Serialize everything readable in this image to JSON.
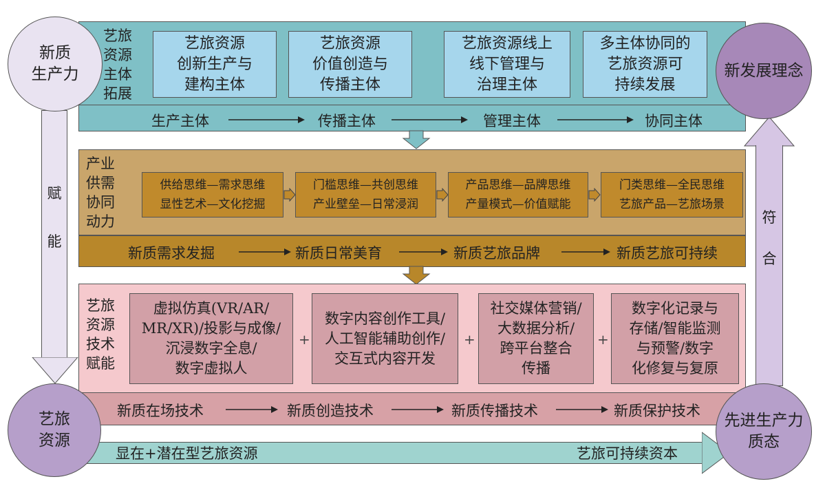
{
  "circles": {
    "top_left": "新质\n生产力",
    "top_right": "新发展理念",
    "bottom_left": "艺旅\n资源",
    "bottom_right": "先进生产力\n质态"
  },
  "left_arrow_label": [
    "赋",
    "能"
  ],
  "right_arrow_label": [
    "符",
    "合"
  ],
  "section1": {
    "label": "艺旅\n资源\n主体\n拓展",
    "boxes": [
      "艺旅资源\n创新生产与\n建构主体",
      "艺旅资源\n价值创造与\n传播主体",
      "艺旅资源线上\n线下管理与\n治理主体",
      "多主体协同的\n艺旅资源可\n持续发展"
    ],
    "flow": [
      "生产主体",
      "传播主体",
      "管理主体",
      "协同主体"
    ]
  },
  "section2": {
    "label": "产业\n供需\n协同\n动力",
    "boxes": [
      "供给思维—需求思维\n显性艺术—文化挖掘",
      "门槛思维—共创思维\n产业壁垒—日常浸润",
      "产品思维—品牌思维\n产量模式—价值赋能",
      "门类思维—全民思维\n艺旅产品—艺旅场景"
    ],
    "flow": [
      "新质需求发掘",
      "新质日常美育",
      "新质艺旅品牌",
      "新质艺旅可持续"
    ]
  },
  "section3": {
    "label": "艺旅\n资源\n技术\n赋能",
    "boxes": [
      "虚拟仿真(VR/AR/\nMR/XR)/投影与成像/\n沉浸数字全息/\n数字虚拟人",
      "数字内容创作工具/\n人工智能辅助创作/\n交互式内容开发",
      "社交媒体营销/\n大数据分析/\n跨平台整合\n传播",
      "数字化记录与\n存储/智能监测\n与预警/数字\n化修复与复原"
    ],
    "plus": "+",
    "flow": [
      "新质在场技术",
      "新质创造技术",
      "新质传播技术",
      "新质保护技术"
    ]
  },
  "bottom_arrow": {
    "left": "显在+潜在型艺旅资源",
    "right": "艺旅可持续资本"
  },
  "colors": {
    "teal": "#7fc0c6",
    "light_blue": "#a6d6ec",
    "tan": "#c9a56b",
    "brown": "#c08a2c",
    "pink": "#f5c9cd",
    "rose": "#d2a0a7",
    "lavender": "#e9e3f1",
    "purple": "#a788b8",
    "light_purple": "#d6c6e4"
  }
}
